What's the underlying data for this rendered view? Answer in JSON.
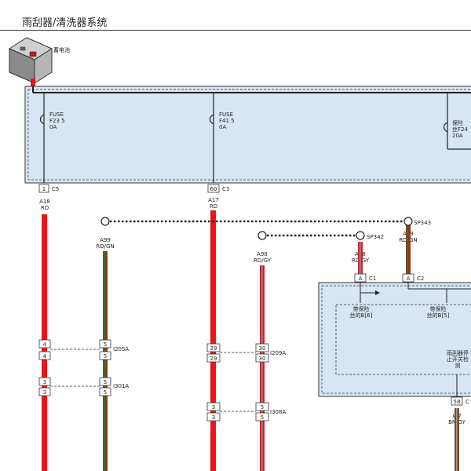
{
  "title": "雨刮器/清洗器系统",
  "battery": {
    "label": "蓄电池"
  },
  "fuses": [
    {
      "id": "f23",
      "line1": "FUSE",
      "line2": "F23 5",
      "line3": "0A"
    },
    {
      "id": "f41",
      "line1": "FUSE",
      "line2": "F41 5",
      "line3": "0A"
    },
    {
      "id": "f24",
      "line1": "保险",
      "line2": "丝F24",
      "line3": "20A"
    }
  ],
  "connectors": {
    "c5": {
      "pin": "1",
      "name": "C5"
    },
    "c3": {
      "pin": "60",
      "name": "C3"
    },
    "c1": {
      "pin": "A",
      "name": "C1"
    },
    "c2": {
      "pin": "A",
      "name": "C2"
    },
    "c_bottom": {
      "pin": "58",
      "name": "C"
    }
  },
  "wires": {
    "a18": {
      "code": "A18",
      "color": "RD"
    },
    "a17": {
      "code": "A17",
      "color": "RD"
    },
    "a99_left": {
      "code": "A99",
      "color": "RD/GN"
    },
    "a98_left": {
      "code": "A98",
      "color": "RD/GY"
    },
    "a98_right": {
      "code": "A98",
      "color": "RD/GY"
    },
    "a99_right": {
      "code": "A99",
      "color": "RD/GN"
    },
    "w7": {
      "code": "W7",
      "color": "BN/GY"
    }
  },
  "splices": {
    "sp342": "SP342",
    "sp343": "SP343"
  },
  "inline": {
    "i205a": {
      "label": "I205A",
      "left_pin": "4",
      "right_pin": "5"
    },
    "i301a": {
      "label": "I301A",
      "left_pin": "3",
      "right_pin": "5"
    },
    "i209a": {
      "label": "I209A",
      "left_pin": "29",
      "right_pin": "30"
    },
    "i308a": {
      "label": "I308A",
      "left_pin": "3",
      "right_pin": "5"
    }
  },
  "module": {
    "fuse_b6_l1": "带保险",
    "fuse_b6_l2": "丝的B[6]",
    "fuse_b5_l1": "带保险",
    "fuse_b5_l2": "丝的B[5]",
    "relay_l1": "雨刮器停",
    "relay_l2": "止开关检",
    "relay_l3": "测"
  },
  "colors": {
    "fuse_box_fill": "#d6e6f4",
    "wire_red": "#e8161b",
    "wire_red_green": "#2e7a2e",
    "wire_red_gray": "#9a9a9a",
    "wire_brown_gray": "#8a5a2b"
  }
}
